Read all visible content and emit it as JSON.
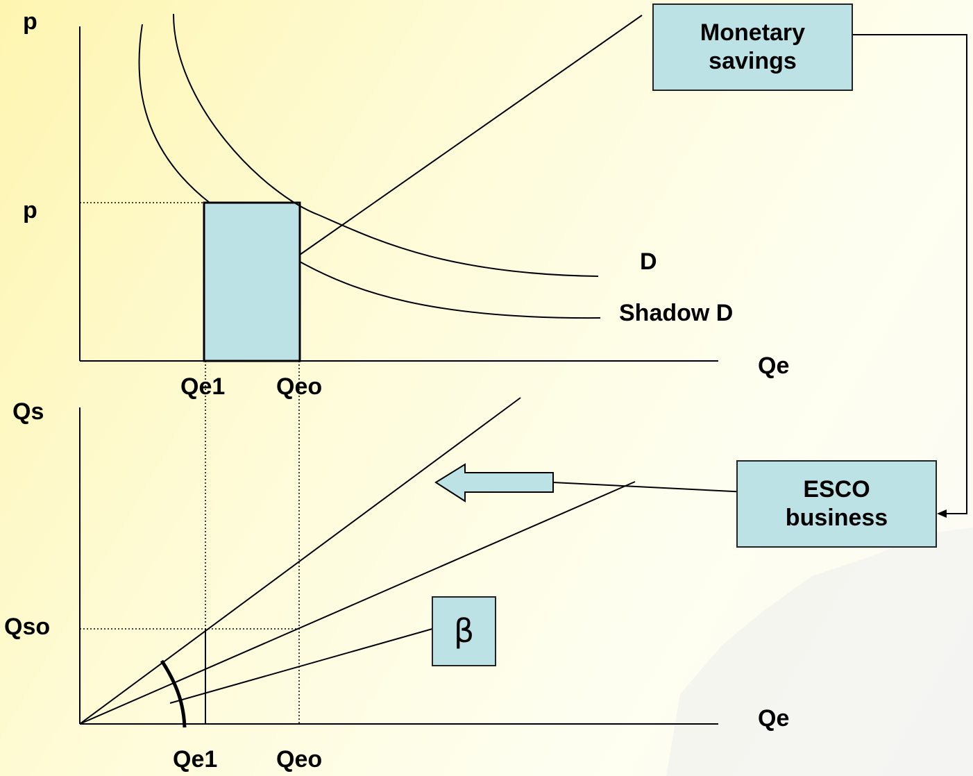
{
  "top_chart": {
    "y_axis_label": "p",
    "price_label": "p",
    "x_axis_label": "Qe",
    "x_ticks": [
      "Qe1",
      "Qeo"
    ],
    "curves": [
      "D",
      "Shadow D"
    ]
  },
  "bottom_chart": {
    "y_axis_label": "Qs",
    "y_tick": "Qso",
    "x_axis_label": "Qe",
    "x_ticks": [
      "Qe1",
      "Qeo"
    ],
    "angle_symbol": "β"
  },
  "boxes": {
    "monetary_savings": [
      "Monetary",
      "savings"
    ],
    "esco_business": [
      "ESCO",
      "business"
    ]
  },
  "colors": {
    "box_fill": "#bde2e6",
    "line": "#000000",
    "background_start": "#fef5b0",
    "background_end": "#fbfbf6"
  }
}
